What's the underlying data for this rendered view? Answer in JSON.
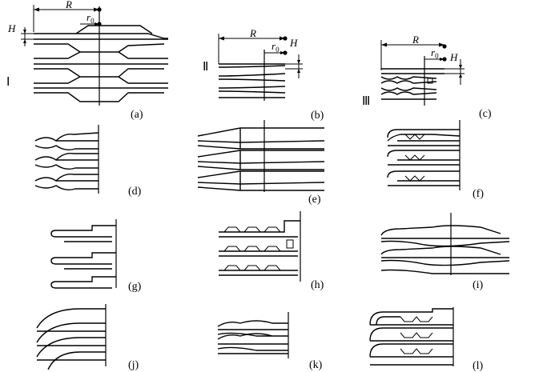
{
  "panels": [
    {
      "id": "a",
      "caption": "(a)"
    },
    {
      "id": "b",
      "caption": "(b)"
    },
    {
      "id": "c",
      "caption": "(c)"
    },
    {
      "id": "d",
      "caption": "(d)"
    },
    {
      "id": "e",
      "caption": "(e)"
    },
    {
      "id": "f",
      "caption": "(f)"
    },
    {
      "id": "g",
      "caption": "(g)"
    },
    {
      "id": "h",
      "caption": "(h)"
    },
    {
      "id": "i",
      "caption": "(i)"
    },
    {
      "id": "j",
      "caption": "(j)"
    },
    {
      "id": "k",
      "caption": "(k)"
    },
    {
      "id": "l",
      "caption": "(l)"
    }
  ],
  "dimension_labels": {
    "radius": "R",
    "inner_radius": "r",
    "inner_radius_sub": "0",
    "height": "H"
  },
  "roman_markers": {
    "a": "Ⅰ",
    "b": "Ⅱ",
    "c": "Ⅲ"
  }
}
